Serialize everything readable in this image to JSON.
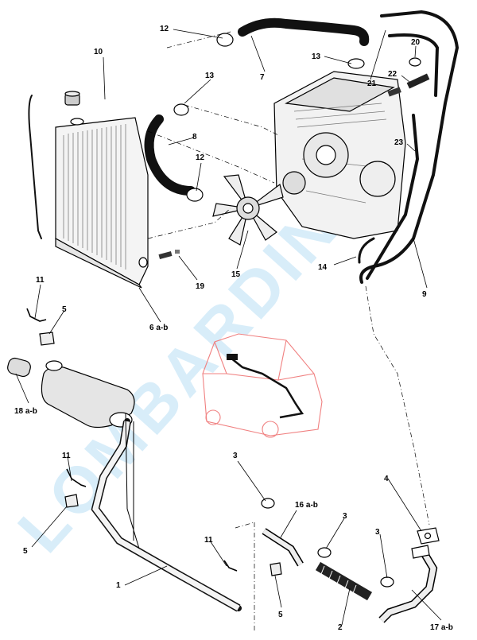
{
  "watermark": "LOMBARDINI",
  "callouts": {
    "c1": "1",
    "c2": "2",
    "c3a": "3",
    "c3b": "3",
    "c3c": "3",
    "c4": "4",
    "c5a": "5",
    "c5b": "5",
    "c5c": "5",
    "c6": "6 a-b",
    "c7": "7",
    "c8": "8",
    "c9": "9",
    "c10": "10",
    "c11a": "11",
    "c11b": "11",
    "c11c": "11",
    "c12a": "12",
    "c12b": "12",
    "c13a": "13",
    "c13b": "13",
    "c14": "14",
    "c15": "15",
    "c16": "16 a-b",
    "c17": "17 a-b",
    "c18": "18 a-b",
    "c19": "19",
    "c20": "20",
    "c21": "21",
    "c22": "22",
    "c23": "23"
  }
}
